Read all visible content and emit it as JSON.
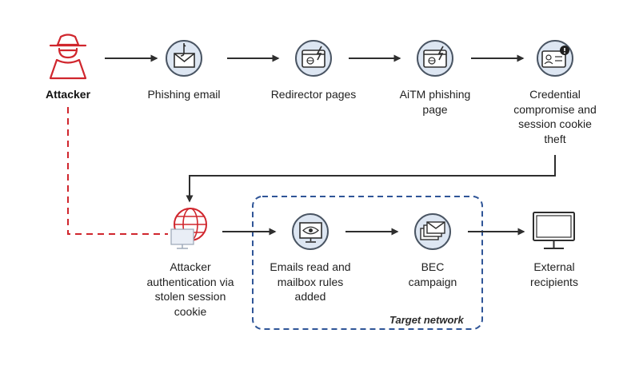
{
  "nodes": {
    "attacker": {
      "label": "Attacker"
    },
    "phishing_email": {
      "label": "Phishing email"
    },
    "redirector_pages": {
      "label": "Redirector pages"
    },
    "aitm_page": {
      "label": "AiTM phishing\npage"
    },
    "credential_theft": {
      "label": "Credential\ncompromise and\nsession cookie\ntheft"
    },
    "attacker_auth": {
      "label": "Attacker\nauthentication via\nstolen session\ncookie"
    },
    "emails_read": {
      "label": "Emails read and\nmailbox rules\nadded"
    },
    "bec_campaign": {
      "label": "BEC\ncampaign"
    },
    "external_recipients": {
      "label": "External\nrecipients"
    }
  },
  "target_network": {
    "label": "Target network"
  },
  "colors": {
    "attacker_red": "#d0262d",
    "circle_fill": "#dde6f2",
    "circle_stroke": "#4a5563",
    "arrow": "#2e2e2e",
    "target_border": "#2f5597",
    "envelope_fill": "#ffffff"
  },
  "icons": {
    "attacker": "hooded-hacker-icon",
    "phishing_email": "envelope-hook-icon",
    "redirector_pages": "browser-redirect-icon",
    "aitm_page": "browser-lightning-icon",
    "credential_theft": "id-card-alert-icon",
    "attacker_auth": "globe-monitor-icon",
    "emails_read": "monitor-eye-icon",
    "bec_campaign": "stacked-envelopes-icon",
    "external_recipients": "desktop-monitor-icon"
  }
}
